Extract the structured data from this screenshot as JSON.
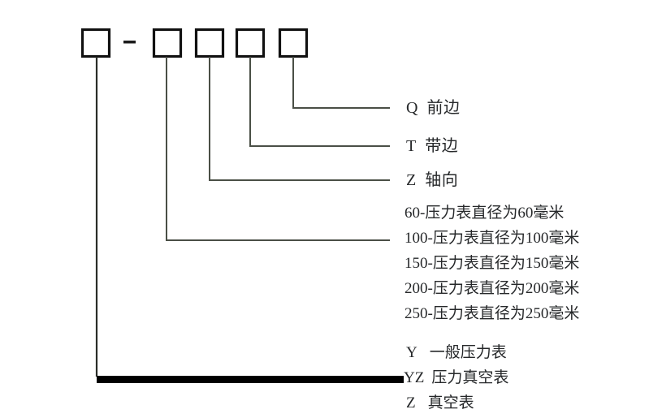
{
  "diagram": {
    "title_artifact": "",
    "separator": "-",
    "boxes": [
      {
        "name": "box-type",
        "label": ""
      },
      {
        "name": "box-diameter",
        "label": ""
      },
      {
        "name": "box-axial",
        "label": ""
      },
      {
        "name": "box-flange",
        "label": ""
      },
      {
        "name": "box-front",
        "label": ""
      }
    ],
    "leader_labels": [
      {
        "code": "Q",
        "text": "前边"
      },
      {
        "code": "T",
        "text": "带边"
      },
      {
        "code": "Z",
        "text": "轴向"
      }
    ],
    "diameter_list": [
      "60-压力表直径为60毫米",
      "100-压力表直径为100毫米",
      "150-压力表直径为150毫米",
      "200-压力表直径为200毫米",
      "250-压力表直径为250毫米"
    ],
    "type_list": [
      {
        "code": "Y",
        "text": "一般压力表"
      },
      {
        "code": "YZ",
        "text": "压力真空表"
      },
      {
        "code": "Z",
        "text": "真空表"
      }
    ],
    "colors": {
      "box_stroke": "#111111",
      "leader_line": "#4a4f46",
      "base_bar": "#000000",
      "text": "#26282a",
      "background": "#ffffff"
    }
  }
}
